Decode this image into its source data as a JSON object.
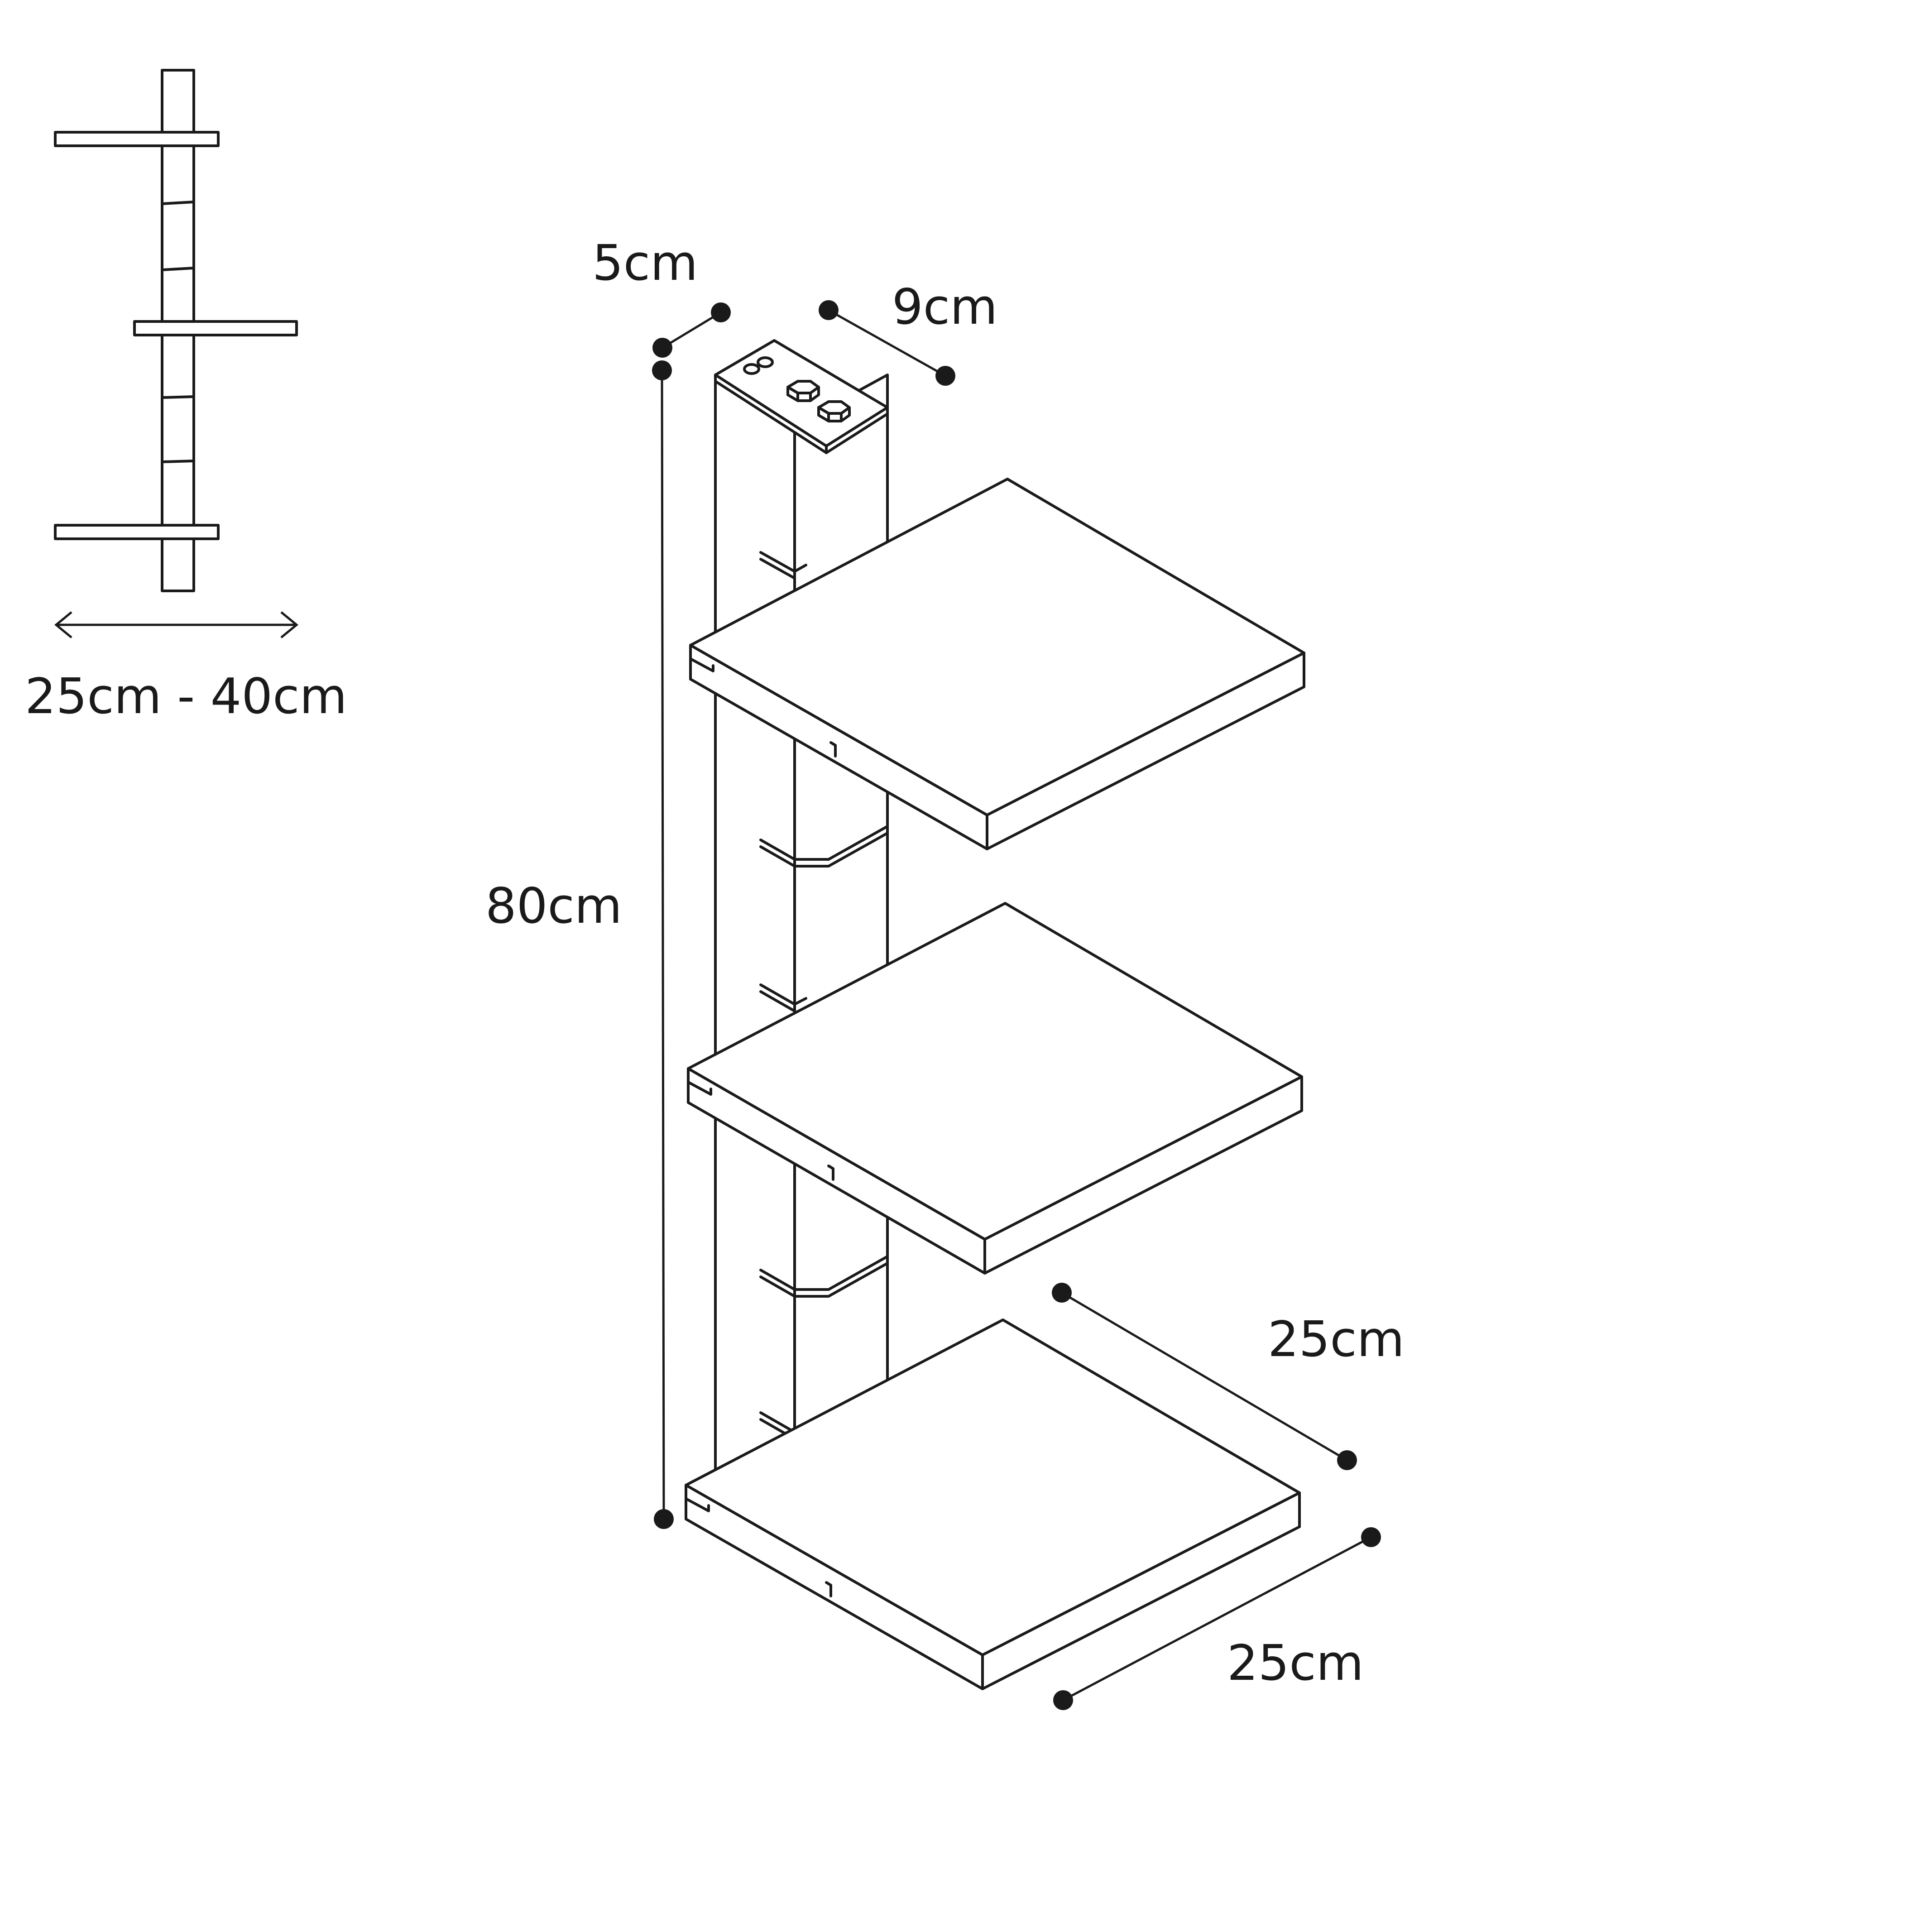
{
  "labels": {
    "side_width_range": "25cm - 40cm",
    "post_depth": "5cm",
    "post_width": "9cm",
    "total_height": "80cm",
    "shelf_depth": "25cm",
    "shelf_width": "25cm"
  },
  "colors": {
    "stroke": "#1a1a1a",
    "background": "#ffffff"
  }
}
